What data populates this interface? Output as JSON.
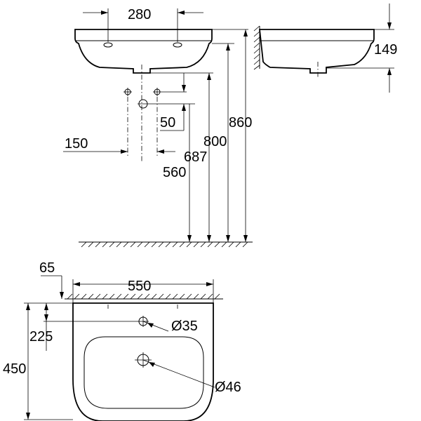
{
  "drawing": {
    "labels": {
      "tap_spacing": "280",
      "basin_depth": "149",
      "offset_small": "50",
      "offset_waste": "150",
      "height_860": "860",
      "height_800": "800",
      "height_687": "687",
      "height_560": "560",
      "wall_offset": "65",
      "width": "550",
      "tap_from_wall": "225",
      "depth": "450",
      "tap_hole_dia": "Ø35",
      "waste_hole_dia": "Ø46"
    }
  }
}
